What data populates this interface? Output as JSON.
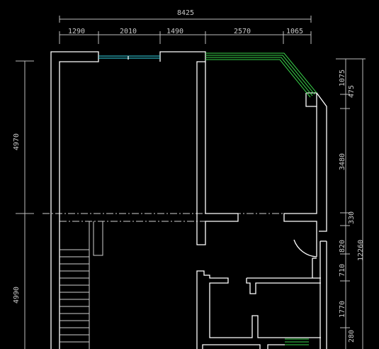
{
  "dimensions": {
    "top_total": "8425",
    "top_segments": [
      "1290",
      "2010",
      "1490",
      "2570",
      "1065"
    ],
    "left_segments": [
      "4970",
      "4990"
    ],
    "right_segments": [
      "1075",
      "475",
      "3480",
      "330",
      "820",
      "710",
      "1770",
      "280"
    ],
    "right_total": "12260"
  },
  "colors": {
    "background": "#000000",
    "walls": "#ffffff",
    "dimensions": "#c8c8c8",
    "window_cyan": "#33d6e6",
    "window_green": "#39d34a"
  }
}
